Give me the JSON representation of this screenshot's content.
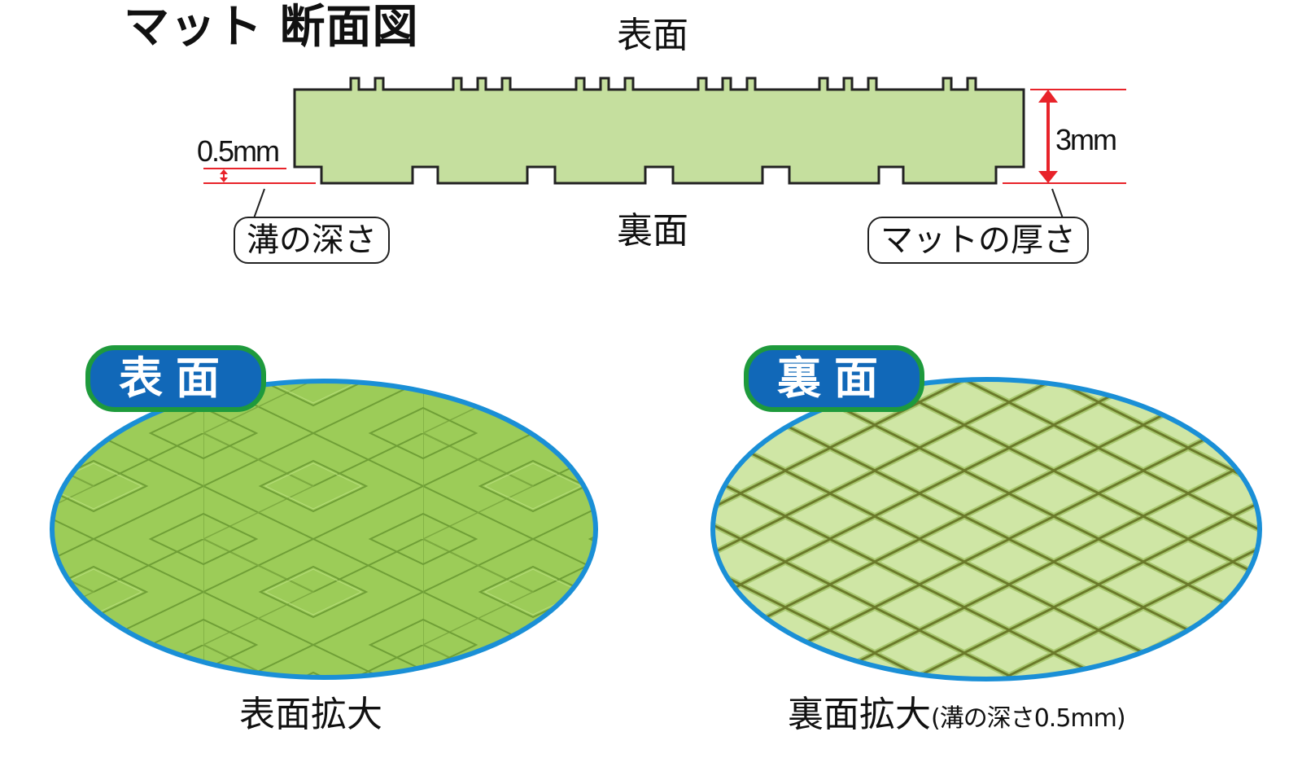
{
  "diagram": {
    "title": "マット 断面図",
    "top_face_label": "表面",
    "bottom_face_label": "裏面",
    "groove_depth_dim": "0.5mm",
    "thickness_dim": "3mm",
    "groove_depth_callout": "溝の深さ",
    "thickness_callout": "マットの厚さ",
    "colors": {
      "mat_fill": "#c5df9e",
      "dimension_red": "#e8232a",
      "outline": "#222222"
    }
  },
  "panels": {
    "front": {
      "badge": "表面",
      "caption": "表面拡大",
      "colors": {
        "surface": "#9ccc58",
        "rim": "#1a8fd6",
        "badge_bg": "#1168b8",
        "badge_border": "#1e9a3c"
      }
    },
    "back": {
      "badge": "裏面",
      "caption": "裏面拡大",
      "caption_note": "(溝の深さ0.5mm)",
      "colors": {
        "surface": "#b3d67a",
        "cell": "#cfe6a5",
        "groove": "#6b7a2a",
        "rim": "#1a8fd6"
      }
    }
  }
}
